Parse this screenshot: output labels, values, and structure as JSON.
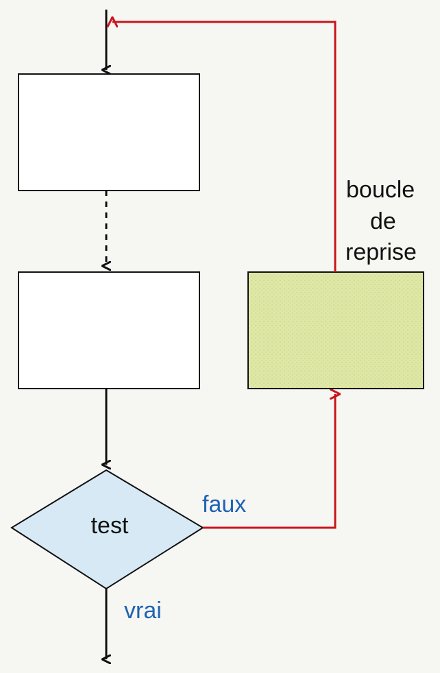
{
  "diagram": {
    "decision_label": "test",
    "false_label": "faux",
    "true_label": "vrai",
    "loop_label_lines": [
      "boucle",
      "de",
      "reprise"
    ],
    "colors": {
      "background": "#f6f6f3",
      "line": "#111111",
      "loop": "#c9151d",
      "decision_fill": "#d7e9f5",
      "loop_box_fill": "#dfe7a5",
      "branch_text": "#1f63b3",
      "box_fill": "#ffffff"
    }
  }
}
